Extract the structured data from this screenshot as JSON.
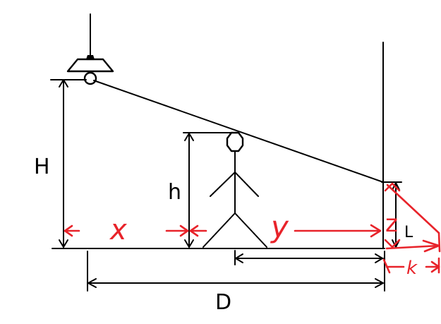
{
  "labels": {
    "lamp_height": "H",
    "person_height": "h",
    "distance": "D",
    "wall_shadow": "L"
  },
  "annotations": {
    "x": "x",
    "y": "y",
    "z": "z",
    "k": "k"
  },
  "colors": {
    "ink": "#000000",
    "annotation": "#e8232a",
    "background": "#ffffff"
  },
  "icons": {
    "lamp": "street-lamp-icon",
    "person": "stick-figure-icon"
  }
}
